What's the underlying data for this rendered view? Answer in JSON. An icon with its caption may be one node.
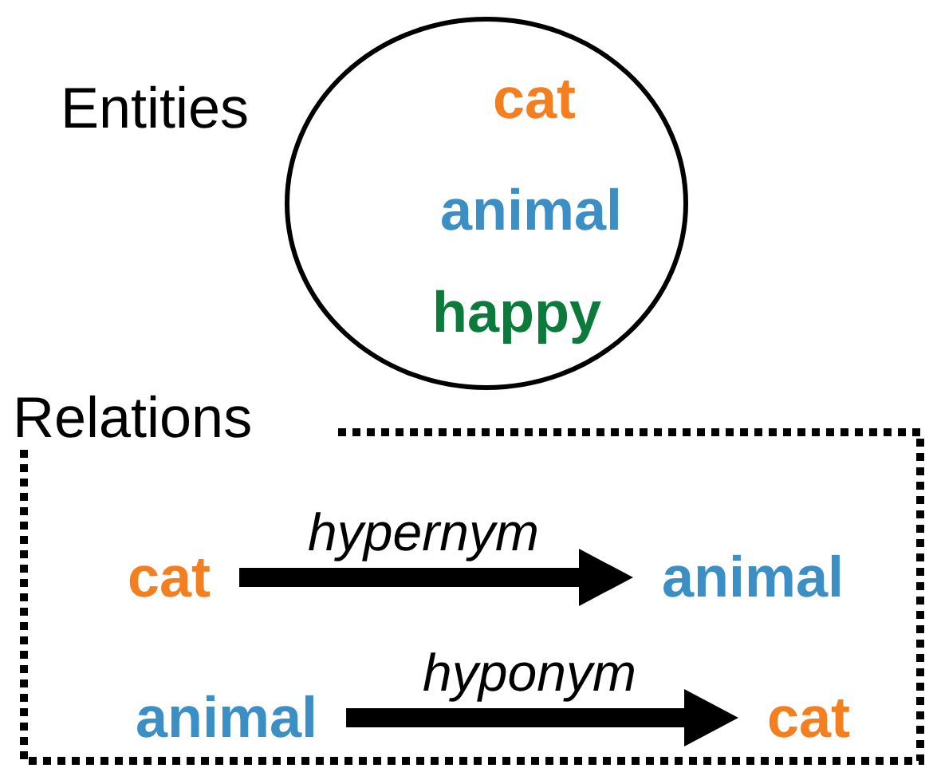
{
  "diagram": {
    "nodes": [
      {
        "text": [
          "Entities"
        ]
      },
      {
        "text": [
          "cat"
        ],
        "in": 0
      },
      {
        "text": [
          "animal"
        ],
        "in": 0
      },
      {
        "text": [
          "happy"
        ],
        "in": 0
      },
      {
        "text": [
          "Relations"
        ]
      },
      {
        "text": [
          "cat"
        ],
        "in": 4
      },
      {
        "text": [
          "animal"
        ],
        "in": 4
      },
      {
        "text": [
          "animal"
        ],
        "in": 4
      },
      {
        "text": [
          "cat"
        ],
        "in": 4
      }
    ],
    "edges": [
      {
        "from": 5,
        "to": 6,
        "arrow": "to",
        "label": "hypernym"
      },
      {
        "from": 7,
        "to": 8,
        "arrow": "to",
        "label": "hyponym"
      }
    ]
  }
}
